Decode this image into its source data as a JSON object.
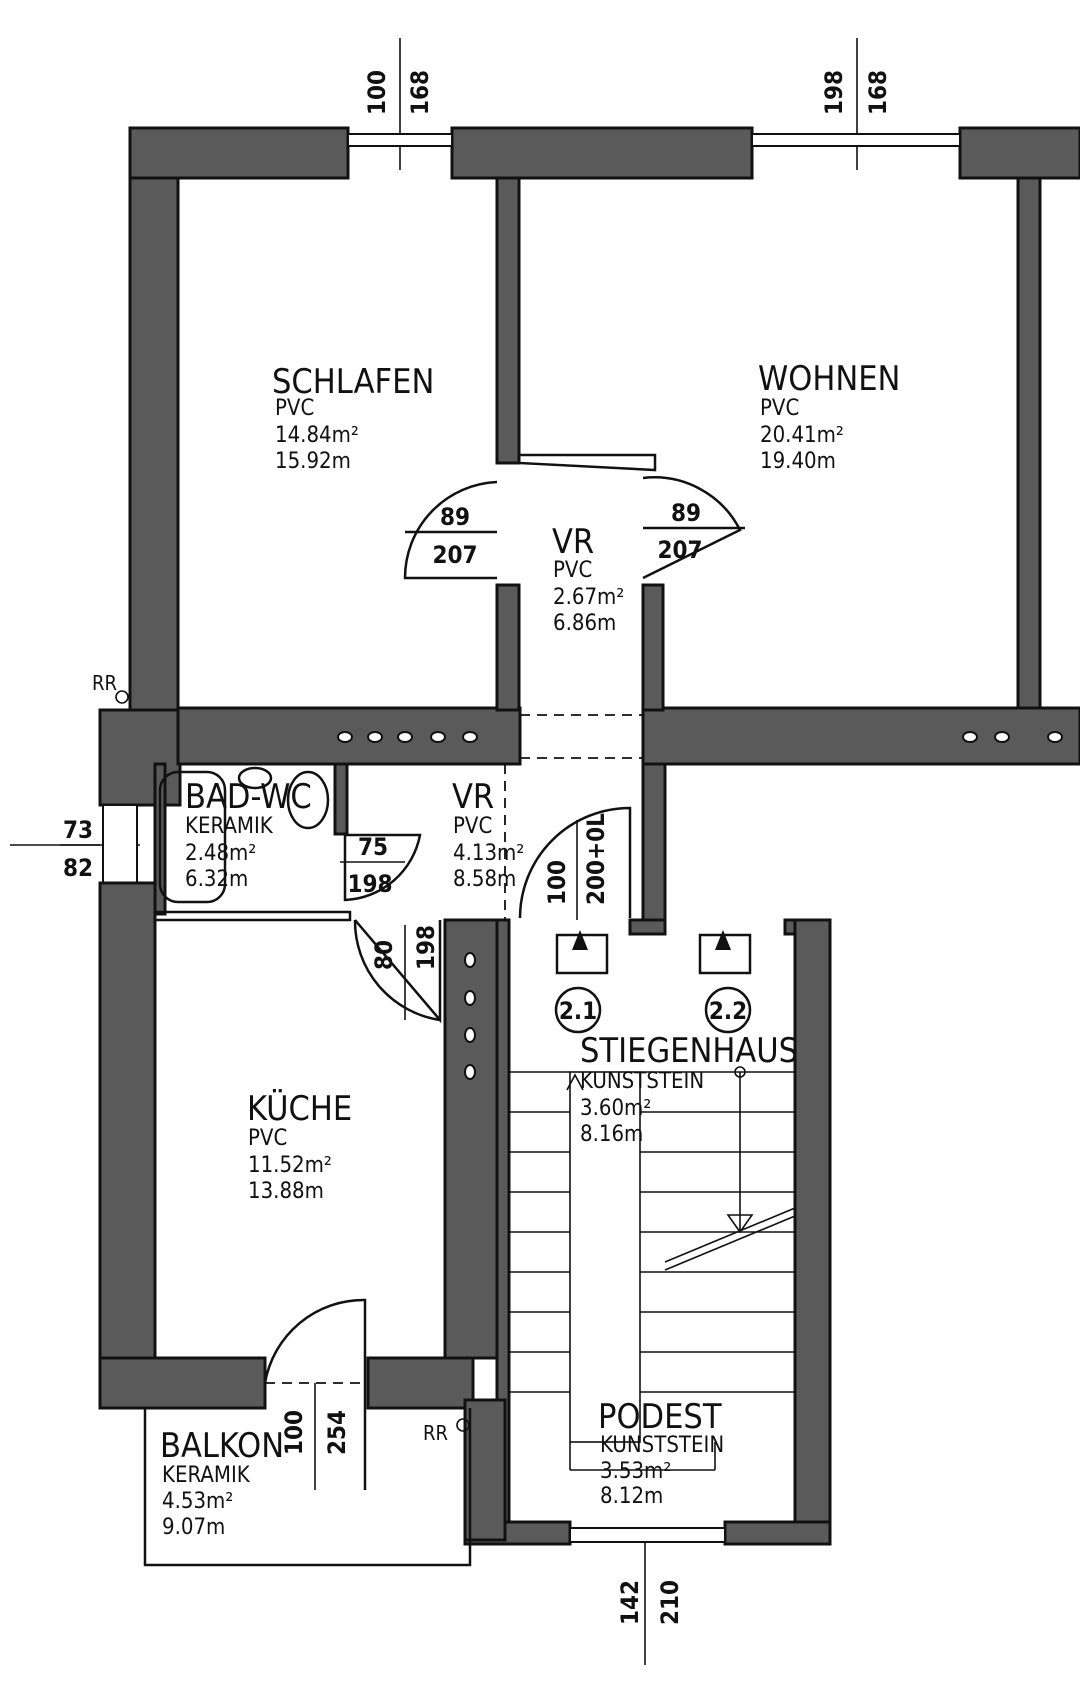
{
  "rooms": {
    "schlafen": {
      "name": "SCHLAFEN",
      "floor": "PVC",
      "area": "14.84m²",
      "perimeter": "15.92m"
    },
    "wohnen": {
      "name": "WOHNEN",
      "floor": "PVC",
      "area": "20.41m²",
      "perimeter": "19.40m"
    },
    "vr1": {
      "name": "VR",
      "floor": "PVC",
      "area": "2.67m²",
      "perimeter": "6.86m"
    },
    "vr2": {
      "name": "VR",
      "floor": "PVC",
      "area": "4.13m²",
      "perimeter": "8.58m"
    },
    "bad": {
      "name": "BAD-WC",
      "floor": "KERAMIK",
      "area": "2.48m²",
      "perimeter": "6.32m"
    },
    "kueche": {
      "name": "KÜCHE",
      "floor": "PVC",
      "area": "11.52m²",
      "perimeter": "13.88m"
    },
    "balkon": {
      "name": "BALKON",
      "floor": "KERAMIK",
      "area": "4.53m²",
      "perimeter": "9.07m"
    },
    "stiegenhaus": {
      "name": "STIEGENHAUS",
      "floor": "KUNSTSTEIN",
      "area": "3.60m²",
      "perimeter": "8.16m"
    },
    "podest": {
      "name": "PODEST",
      "floor": "KUNSTSTEIN",
      "area": "3.53m²",
      "perimeter": "8.12m"
    }
  },
  "dimensions": {
    "win_schlafen": [
      "100",
      "168"
    ],
    "win_wohnen": [
      "198",
      "168"
    ],
    "door_schlafen": [
      "89",
      "207"
    ],
    "door_wohnen": [
      "89",
      "207"
    ],
    "win_bad": [
      "73",
      "82"
    ],
    "door_bad": [
      "75",
      "198"
    ],
    "door_stair": [
      "100",
      "200+0L"
    ],
    "door_kueche": [
      "80",
      "198"
    ],
    "door_balkon": [
      "100",
      "254"
    ],
    "win_stair": [
      "142",
      "210"
    ]
  },
  "markers": {
    "m1": "2.1",
    "m2": "2.2",
    "rr1": "RR",
    "rr2": "RR"
  }
}
